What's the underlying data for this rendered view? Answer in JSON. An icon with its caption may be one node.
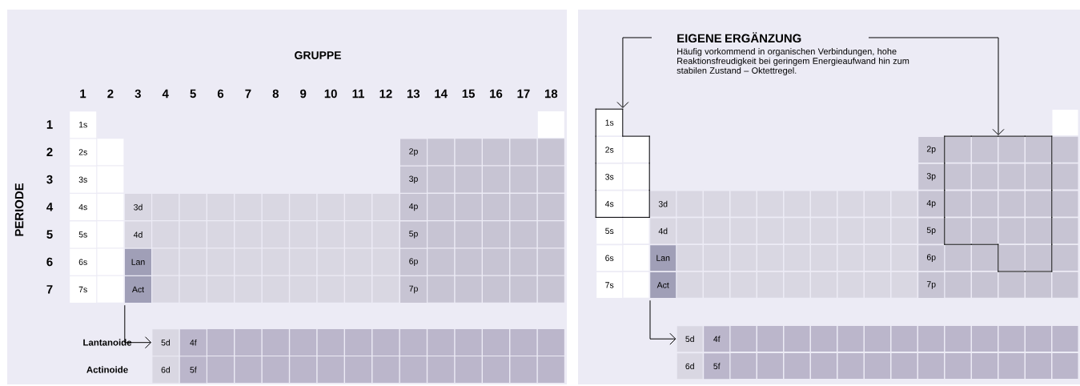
{
  "diagram": {
    "nodes": [
      {
        "text": [
          "1s"
        ]
      },
      {
        "text": [
          "2s"
        ]
      },
      {
        "text": [
          "2p"
        ]
      },
      {
        "text": [
          "3s"
        ]
      },
      {
        "text": [
          "3p"
        ]
      },
      {
        "text": [
          "4s"
        ]
      },
      {
        "text": [
          "3d"
        ]
      },
      {
        "text": [
          "4p"
        ]
      },
      {
        "text": [
          "5s"
        ]
      },
      {
        "text": [
          "4d"
        ]
      },
      {
        "text": [
          "5p"
        ]
      },
      {
        "text": [
          "6s"
        ]
      },
      {
        "text": [
          "Lan"
        ]
      },
      {
        "text": [
          "6p"
        ]
      },
      {
        "text": [
          "7s"
        ]
      },
      {
        "text": [
          "Act"
        ]
      },
      {
        "text": [
          "7p"
        ]
      },
      {
        "text": [
          "5d"
        ]
      },
      {
        "text": [
          "4f"
        ]
      },
      {
        "text": [
          "6d"
        ]
      },
      {
        "text": [
          "5f"
        ]
      },
      {
        "text": [
          "EIGENE ERGÄNZUNG",
          "Häufig vorkommend in organischen Verbindungen, hohe Reaktionsfreudigkeit bei geringem Energieaufwand hin zum stabilen Zustand – Oktettregel."
        ]
      },
      {
        "text": [],
        "shape": "box"
      },
      {
        "text": [],
        "shape": "box"
      },
      {
        "text": [
          "1s"
        ],
        "in": 22
      },
      {
        "text": [
          "2s"
        ],
        "in": 22
      },
      {
        "text": [
          "2p"
        ]
      },
      {
        "text": [
          "3s"
        ],
        "in": 22
      },
      {
        "text": [
          "3p"
        ]
      },
      {
        "text": [
          "4s"
        ],
        "in": 22
      },
      {
        "text": [
          "3d"
        ]
      },
      {
        "text": [
          "4p"
        ]
      },
      {
        "text": [
          "5s"
        ]
      },
      {
        "text": [
          "4d"
        ]
      },
      {
        "text": [
          "5p"
        ]
      },
      {
        "text": [
          "6s"
        ]
      },
      {
        "text": [
          "Lan"
        ]
      },
      {
        "text": [
          "6p"
        ]
      },
      {
        "text": [
          "7s"
        ]
      },
      {
        "text": [
          "Act"
        ]
      },
      {
        "text": [
          "7p"
        ]
      },
      {
        "text": [
          "5d"
        ]
      },
      {
        "text": [
          "4f"
        ]
      },
      {
        "text": [
          "6d"
        ]
      },
      {
        "text": [
          "5f"
        ]
      }
    ],
    "edges": [
      {
        "from": 15,
        "to": 17,
        "arrow": "to"
      },
      {
        "from": 21,
        "to": 22,
        "arrow": "to"
      },
      {
        "from": 21,
        "to": 23,
        "arrow": "to"
      },
      {
        "from": 39,
        "to": 41,
        "arrow": "to"
      }
    ],
    "labels": [
      "GRUPPE",
      "1",
      "2",
      "3",
      "4",
      "5",
      "6",
      "7",
      "8",
      "9",
      "10",
      "11",
      "12",
      "13",
      "14",
      "15",
      "16",
      "17",
      "18",
      "PERIODE",
      "1",
      "2",
      "3",
      "4",
      "5",
      "6",
      "7",
      "Lantanoide",
      "Actinoide"
    ]
  }
}
